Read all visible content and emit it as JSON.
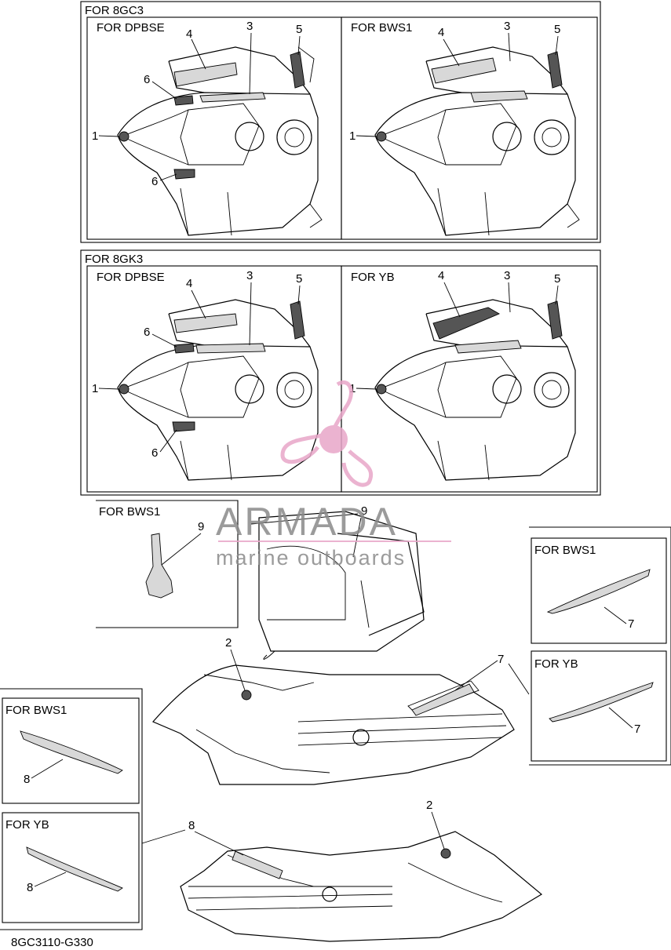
{
  "panels": {
    "group_8gc3": {
      "title": "FOR 8GC3",
      "left_label": "FOR DPBSE",
      "right_label": "FOR BWS1"
    },
    "group_8gk3": {
      "title": "FOR 8GK3",
      "left_label": "FOR DPBSE",
      "right_label": "FOR YB"
    },
    "bws1_handle": {
      "title": "FOR BWS1"
    },
    "right_bws1": {
      "title": "FOR BWS1"
    },
    "right_yb": {
      "title": "FOR YB"
    },
    "left_bws1": {
      "title": "FOR BWS1"
    },
    "left_yb": {
      "title": "FOR YB"
    }
  },
  "callouts": {
    "n1": "1",
    "n2": "2",
    "n3": "3",
    "n4": "4",
    "n5": "5",
    "n6": "6",
    "n7": "7",
    "n8": "8",
    "n9": "9"
  },
  "watermark": {
    "brand": "ARMADA",
    "tagline": "marine outboards",
    "color": "#e8a6c8"
  },
  "footer": {
    "code": "8GC3110-G330"
  }
}
